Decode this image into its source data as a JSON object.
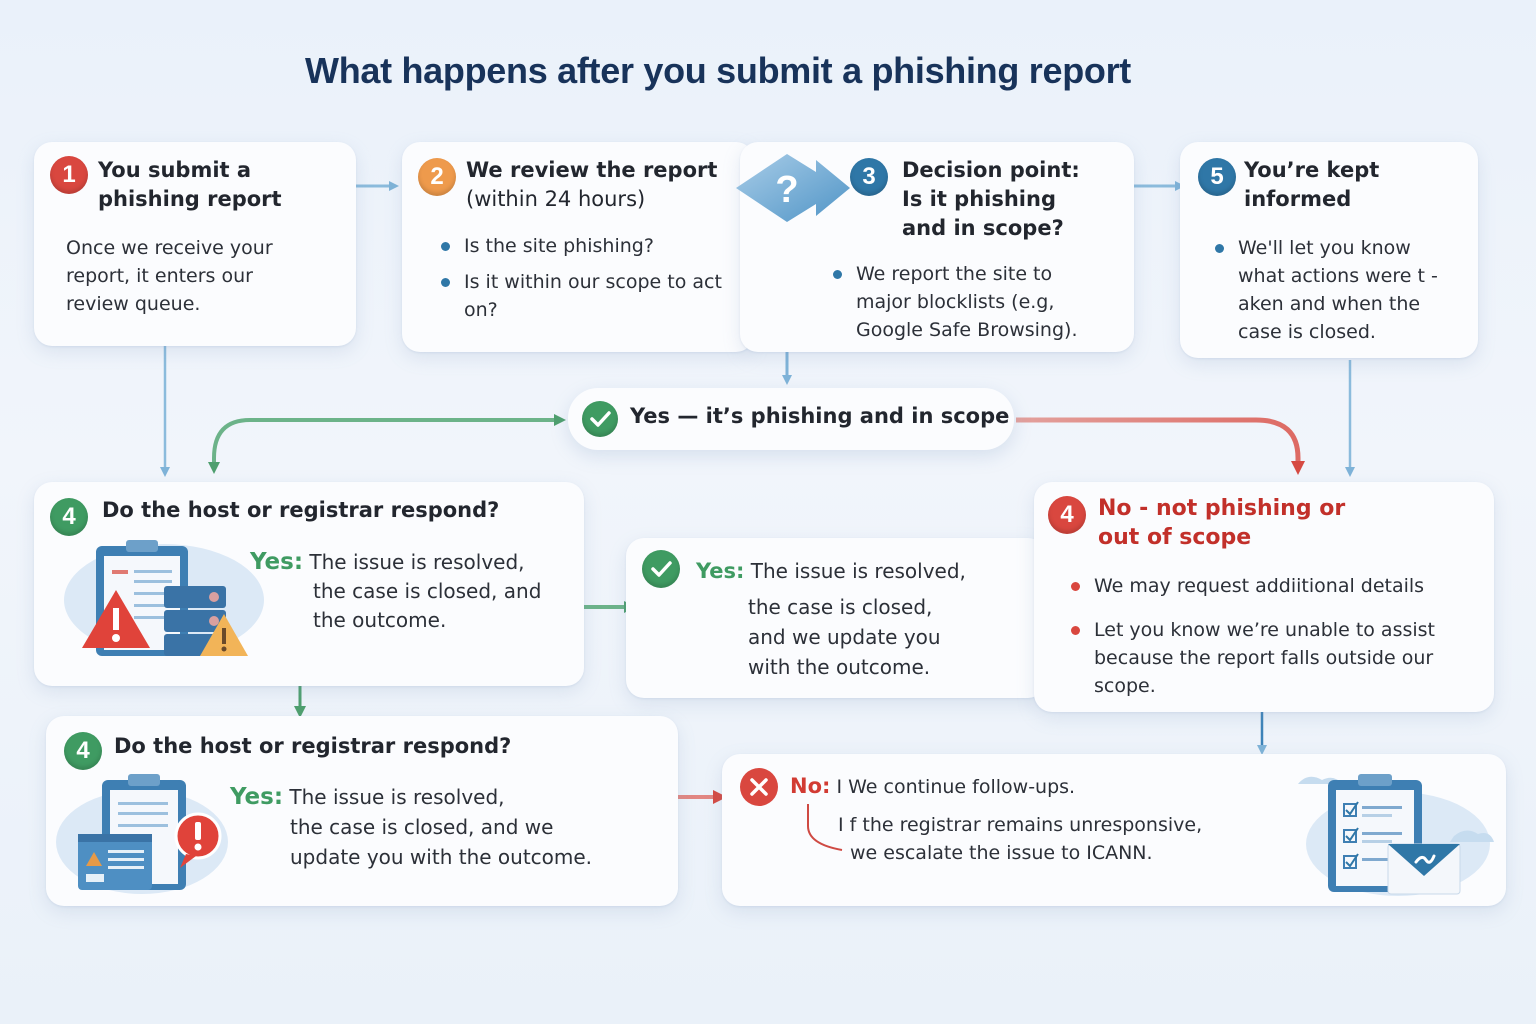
{
  "title": "What happens after you submit a phishing report",
  "colors": {
    "title": "#18335a",
    "step_red": "#d9473f",
    "step_orange": "#ee9a4c",
    "step_blue": "#2f77a7",
    "step_green": "#3f9b62",
    "yes_green": "#3f9b62",
    "no_red": "#d23b33",
    "arrow_blue": "#8bbbdc",
    "arrow_green": "#5aa97a",
    "arrow_red": "#e07e7b"
  },
  "steps": {
    "step1": {
      "number": "1",
      "heading_line1": "You submit a",
      "heading_line2": "phishing report",
      "body": "Once we receive your report, it enters our review queue."
    },
    "step2": {
      "number": "2",
      "heading": "We review the report",
      "subheading": "(within 24 hours)",
      "bullets": [
        "Is the site phishing?",
        "Is it within our scope to act on?"
      ]
    },
    "step3": {
      "number": "3",
      "decision_icon": "question-mark",
      "heading_line1": "Decision point:",
      "heading_line2": "Is it phishing",
      "heading_line3": "and in scope?",
      "bullets": [
        "We report the site to major blocklists (e.g, Google Safe Browsing)."
      ]
    },
    "step5": {
      "number": "5",
      "heading_line1": "You’re kept",
      "heading_line2": "informed",
      "bullets": [
        "We'll let you know what actions were t - aken and when the case is closed."
      ]
    }
  },
  "yes_branch": {
    "label": "Yes — it’s phishing and in scope",
    "icon": "check-circle"
  },
  "host_respond_1": {
    "number": "4",
    "heading": "Do the host or registrar respond?",
    "yes_label": "Yes:",
    "yes_line1": "The issue is resolved,",
    "yes_line2": "the case is closed, and",
    "yes_line3": "the outcome.",
    "illustration": "clipboard-server-warning"
  },
  "yes_result": {
    "icon": "check-circle",
    "yes_label": "Yes:",
    "line1": "The issue is resolved,",
    "line2": "the case is closed,",
    "line3": "and we update you",
    "line4": "with the outcome."
  },
  "no_branch": {
    "number": "4",
    "heading_line1": "No - not phishing or",
    "heading_line2": "out of scope",
    "bullets": [
      "We may request addiitional details",
      "Let you know we’re unable to assist because the report falls outside our scope."
    ]
  },
  "host_respond_2": {
    "number": "4",
    "heading": "Do the host or registrar respond?",
    "yes_label": "Yes:",
    "yes_line1": "The issue is resolved,",
    "yes_line2": "the case is closed, and we",
    "yes_line3": "update you with the outcome.",
    "illustration": "clipboard-browser-alert"
  },
  "no_result": {
    "icon": "x-circle",
    "no_label": "No:",
    "line1": "I We continue follow-ups.",
    "line2": "I f the registrar remains unresponsive,",
    "line3": "we escalate the issue to ICANN.",
    "illustration": "clipboard-checklist-envelope"
  }
}
